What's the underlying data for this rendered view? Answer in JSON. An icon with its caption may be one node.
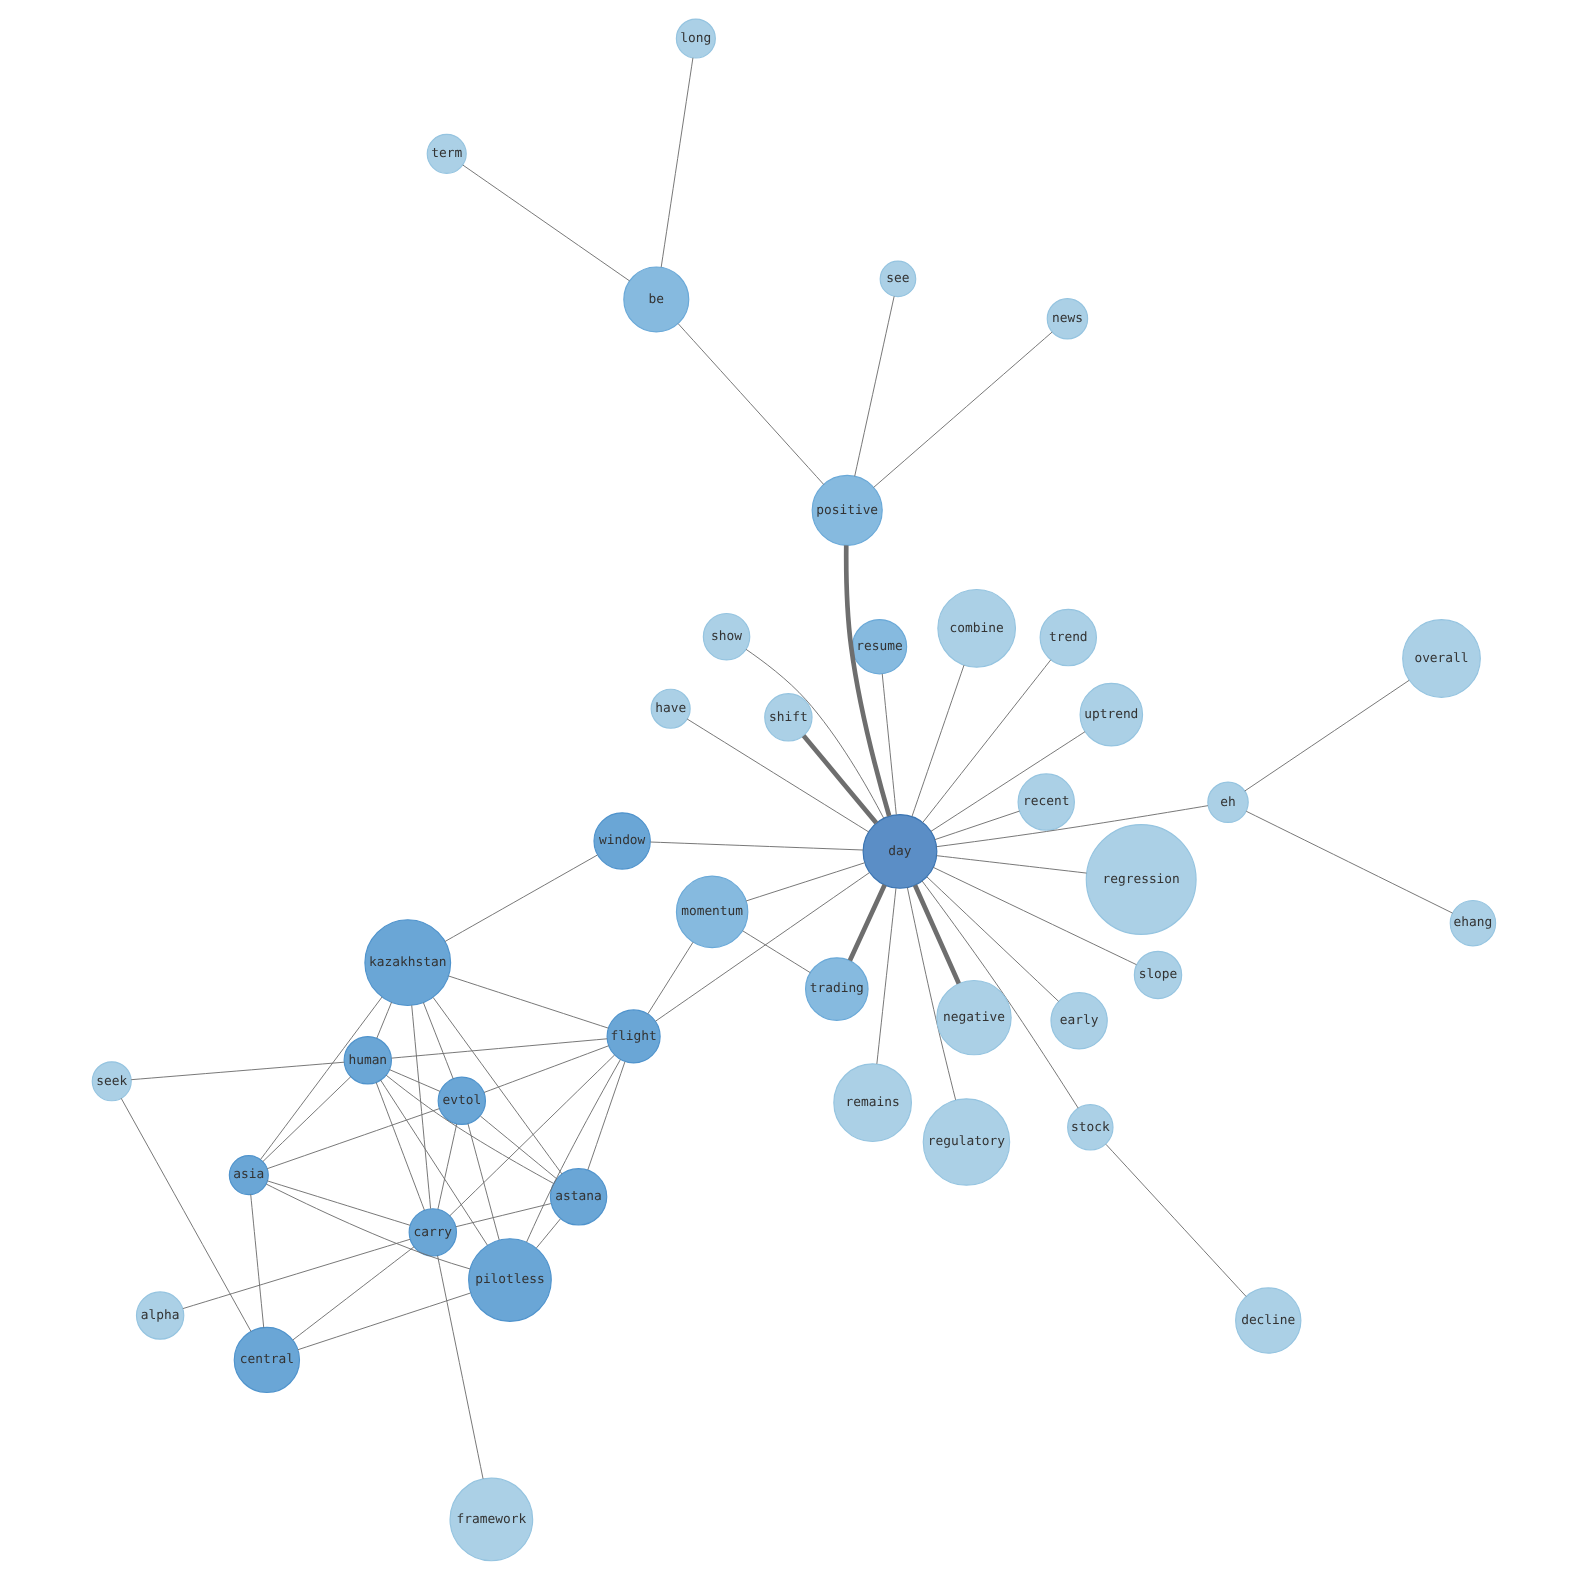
{
  "diagram": {
    "nodes": [
      {
        "text": [
          "central"
        ]
      },
      {
        "text": [
          "recent"
        ]
      },
      {
        "text": [
          "regulatory"
        ]
      },
      {
        "text": [
          "seek"
        ]
      },
      {
        "text": [
          "term"
        ]
      },
      {
        "text": [
          "kazakhstan"
        ]
      },
      {
        "text": [
          "carry"
        ]
      },
      {
        "text": [
          "slope"
        ]
      },
      {
        "text": [
          "ehang"
        ]
      },
      {
        "text": [
          "early"
        ]
      },
      {
        "text": [
          "pilotless"
        ]
      },
      {
        "text": [
          "have"
        ]
      },
      {
        "text": [
          "human"
        ]
      },
      {
        "text": [
          "uptrend"
        ]
      },
      {
        "text": [
          "resume"
        ]
      },
      {
        "text": [
          "asia"
        ]
      },
      {
        "text": [
          "decline"
        ]
      },
      {
        "text": [
          "alpha"
        ]
      },
      {
        "text": [
          "evtol"
        ]
      },
      {
        "text": [
          "momentum"
        ]
      },
      {
        "text": [
          "astana"
        ]
      },
      {
        "text": [
          "be"
        ]
      },
      {
        "text": [
          "flight"
        ]
      },
      {
        "text": [
          "trend"
        ]
      },
      {
        "text": [
          "show"
        ]
      },
      {
        "text": [
          "day"
        ]
      },
      {
        "text": [
          "window"
        ]
      },
      {
        "text": [
          "trading"
        ]
      },
      {
        "text": [
          "framework"
        ]
      },
      {
        "text": [
          "regression"
        ]
      },
      {
        "text": [
          "shift"
        ]
      },
      {
        "text": [
          "news"
        ]
      },
      {
        "text": [
          "stock"
        ]
      },
      {
        "text": [
          "long"
        ]
      },
      {
        "text": [
          "eh"
        ]
      },
      {
        "text": [
          "negative"
        ]
      },
      {
        "text": [
          "positive"
        ]
      },
      {
        "text": [
          "combine"
        ]
      },
      {
        "text": [
          "see"
        ]
      },
      {
        "text": [
          "remains"
        ]
      },
      {
        "text": [
          "overall"
        ]
      }
    ],
    "edges": [
      {
        "from": 0,
        "to": 3,
        "arrow": "none"
      },
      {
        "from": 0,
        "to": 6,
        "arrow": "none"
      },
      {
        "from": 0,
        "to": 10,
        "arrow": "none"
      },
      {
        "from": 0,
        "to": 15,
        "arrow": "none"
      },
      {
        "from": 1,
        "to": 25,
        "arrow": "none"
      },
      {
        "from": 2,
        "to": 25,
        "arrow": "none"
      },
      {
        "from": 3,
        "to": 12,
        "arrow": "none"
      },
      {
        "from": 4,
        "to": 21,
        "arrow": "none"
      },
      {
        "from": 5,
        "to": 6,
        "arrow": "none"
      },
      {
        "from": 5,
        "to": 12,
        "arrow": "none"
      },
      {
        "from": 5,
        "to": 18,
        "arrow": "none"
      },
      {
        "from": 5,
        "to": 20,
        "arrow": "none"
      },
      {
        "from": 5,
        "to": 22,
        "arrow": "none"
      },
      {
        "from": 5,
        "to": 15,
        "arrow": "none"
      },
      {
        "from": 5,
        "to": 26,
        "arrow": "none"
      },
      {
        "from": 6,
        "to": 12,
        "arrow": "none"
      },
      {
        "from": 6,
        "to": 18,
        "arrow": "none"
      },
      {
        "from": 6,
        "to": 22,
        "arrow": "none"
      },
      {
        "from": 6,
        "to": 20,
        "arrow": "none"
      },
      {
        "from": 6,
        "to": 15,
        "arrow": "none"
      },
      {
        "from": 6,
        "to": 17,
        "arrow": "none"
      },
      {
        "from": 6,
        "to": 28,
        "arrow": "none"
      },
      {
        "from": 7,
        "to": 25,
        "arrow": "none"
      },
      {
        "from": 8,
        "to": 34,
        "arrow": "none"
      },
      {
        "from": 9,
        "to": 25,
        "arrow": "none"
      },
      {
        "from": 10,
        "to": 12,
        "arrow": "none"
      },
      {
        "from": 10,
        "to": 18,
        "arrow": "none"
      },
      {
        "from": 10,
        "to": 22,
        "arrow": "none"
      },
      {
        "from": 10,
        "to": 20,
        "arrow": "none"
      },
      {
        "from": 10,
        "to": 15,
        "arrow": "none"
      },
      {
        "from": 11,
        "to": 25,
        "arrow": "none"
      },
      {
        "from": 12,
        "to": 18,
        "arrow": "none"
      },
      {
        "from": 12,
        "to": 22,
        "arrow": "none"
      },
      {
        "from": 12,
        "to": 20,
        "arrow": "none"
      },
      {
        "from": 12,
        "to": 15,
        "arrow": "none"
      },
      {
        "from": 13,
        "to": 25,
        "arrow": "none"
      },
      {
        "from": 14,
        "to": 25,
        "arrow": "none"
      },
      {
        "from": 16,
        "to": 32,
        "arrow": "none"
      },
      {
        "from": 18,
        "to": 15,
        "arrow": "none"
      },
      {
        "from": 18,
        "to": 20,
        "arrow": "none"
      },
      {
        "from": 18,
        "to": 22,
        "arrow": "none"
      },
      {
        "from": 19,
        "to": 27,
        "arrow": "none"
      },
      {
        "from": 19,
        "to": 22,
        "arrow": "none"
      },
      {
        "from": 19,
        "to": 25,
        "arrow": "none"
      },
      {
        "from": 20,
        "to": 22,
        "arrow": "none"
      },
      {
        "from": 21,
        "to": 33,
        "arrow": "none"
      },
      {
        "from": 21,
        "to": 36,
        "arrow": "none"
      },
      {
        "from": 22,
        "to": 25,
        "arrow": "none"
      },
      {
        "from": 23,
        "to": 25,
        "arrow": "none"
      },
      {
        "from": 24,
        "to": 25,
        "arrow": "none"
      },
      {
        "from": 25,
        "to": 26,
        "arrow": "none"
      },
      {
        "from": 25,
        "to": 27,
        "arrow": "none",
        "style": "thick"
      },
      {
        "from": 25,
        "to": 29,
        "arrow": "none"
      },
      {
        "from": 25,
        "to": 30,
        "arrow": "none",
        "style": "thick"
      },
      {
        "from": 25,
        "to": 32,
        "arrow": "none"
      },
      {
        "from": 25,
        "to": 34,
        "arrow": "none"
      },
      {
        "from": 25,
        "to": 35,
        "arrow": "none",
        "style": "thick"
      },
      {
        "from": 25,
        "to": 36,
        "arrow": "none",
        "style": "thick"
      },
      {
        "from": 25,
        "to": 37,
        "arrow": "none"
      },
      {
        "from": 25,
        "to": 39,
        "arrow": "none"
      },
      {
        "from": 31,
        "to": 36,
        "arrow": "none"
      },
      {
        "from": 34,
        "to": 40,
        "arrow": "none"
      },
      {
        "from": 38,
        "to": 36,
        "arrow": "none"
      }
    ]
  }
}
